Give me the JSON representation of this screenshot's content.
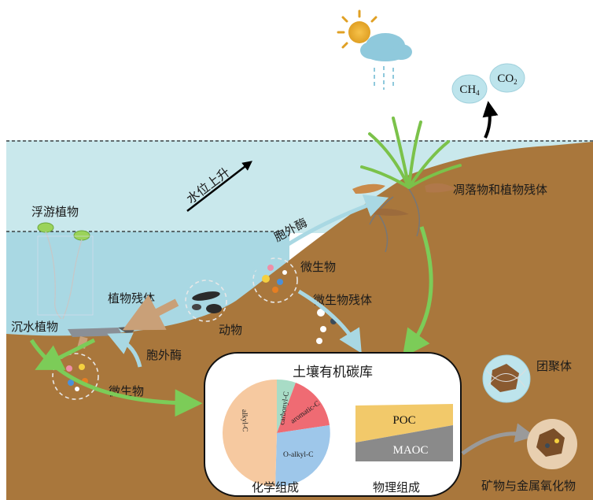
{
  "labels": {
    "water_rise": "水位上升",
    "floating_plants": "浮游植物",
    "submerged_plants": "沉水植物",
    "plant_residue_lake": "植物残体",
    "animals": "动物",
    "exoenzyme_upper": "胞外酶",
    "exoenzyme_lower": "胞外酶",
    "microbes_upper": "微生物",
    "microbes_lower": "微生物",
    "microbial_residue": "微生物残体",
    "litter_and_residue": "凋落物和植物残体",
    "aggregates": "团聚体",
    "minerals_oxides": "矿物与金属氧化物",
    "soc_pool": "土壤有机碳库",
    "chemical_composition": "化学组成",
    "physical_composition": "物理组成"
  },
  "gases": {
    "ch4": {
      "base": "CH",
      "sub": "4"
    },
    "co2": {
      "base": "CO",
      "sub": "2"
    }
  },
  "chemical_pie": {
    "slices": [
      {
        "label": "carbonyl-C",
        "color": "#a8dcc6"
      },
      {
        "label": "aromatic-C",
        "color": "#ef6b73"
      },
      {
        "label": "O-alkyl-C",
        "color": "#9ec7ea"
      },
      {
        "label": "alkyl-C",
        "color": "#f6c9a0"
      }
    ]
  },
  "physical_bars": {
    "poc_label": "POC",
    "maoc_label": "MAOC",
    "poc_color": "#f2c96a",
    "maoc_color": "#8a8a8a"
  },
  "colors": {
    "soil": "#a9773c",
    "water": "#c9e8ec",
    "water_deep": "#a9d8e3",
    "green_arrow": "#7ccc58",
    "blue_arrow": "#a9d8e3"
  }
}
